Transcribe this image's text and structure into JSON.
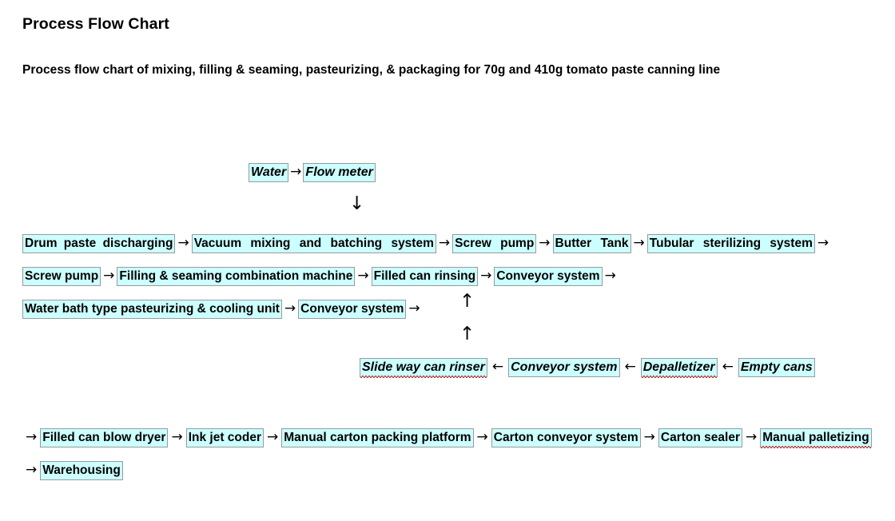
{
  "document": {
    "title": "Process Flow Chart",
    "subtitle": "Process flow chart of mixing, filling & seaming, pasteurizing, & packaging for 70g and 410g tomato paste canning line"
  },
  "colors": {
    "highlight": "#CCFFFF",
    "chip_border": "#9a9a9a",
    "text": "#000000",
    "spellcheck_underline": "#e03030",
    "background": "#ffffff"
  },
  "glyphs": {
    "arrow_right": "→",
    "arrow_left": "←",
    "arrow_down": "↓",
    "arrow_up": "↑"
  },
  "water_branch": {
    "nodes": [
      {
        "label": "Water",
        "style": "bold-italic"
      },
      {
        "label": "Flow meter",
        "style": "bold-italic"
      }
    ],
    "connector": "→",
    "down_connector": "↓"
  },
  "main_flow": {
    "nodes": [
      {
        "label": "Drum paste discharging",
        "spellcheck": false
      },
      {
        "label": "Vacuum mixing and batching system",
        "spellcheck": false
      },
      {
        "label": "Screw pump",
        "spellcheck": false
      },
      {
        "label": "Butter Tank",
        "spellcheck": false
      },
      {
        "label": "Tubular sterilizing system",
        "spellcheck": false
      },
      {
        "label": "Screw pump",
        "spellcheck": false
      },
      {
        "label": "Filling & seaming combination machine",
        "spellcheck": false
      },
      {
        "label": "Filled can rinsing",
        "spellcheck": false
      },
      {
        "label": "Conveyor system",
        "spellcheck": false
      },
      {
        "label": "Water bath type pasteurizing & cooling unit",
        "spellcheck": false
      },
      {
        "label": "Conveyor system",
        "spellcheck": false
      }
    ],
    "connector": "→",
    "trailing_connector": "→",
    "up_connectors": [
      "↑",
      "↑"
    ]
  },
  "can_supply_flow": {
    "nodes": [
      {
        "label": "Slide way can rinser",
        "spellcheck": true
      },
      {
        "label": "Conveyor system",
        "spellcheck": false
      },
      {
        "label": "Depalletizer",
        "spellcheck": true
      },
      {
        "label": "Empty cans",
        "spellcheck": false
      }
    ],
    "connector": "←"
  },
  "packaging_flow": {
    "lead_connector": "→",
    "nodes": [
      {
        "label": "Filled can blow dryer",
        "spellcheck": false
      },
      {
        "label": "Ink jet coder",
        "spellcheck": false
      },
      {
        "label": "Manual carton packing platform",
        "spellcheck": false
      },
      {
        "label": "Carton conveyor system",
        "spellcheck": false
      },
      {
        "label": "Carton sealer",
        "spellcheck": false
      },
      {
        "label": "Manual palletizing",
        "spellcheck": true
      },
      {
        "label": "Warehousing",
        "spellcheck": false
      }
    ],
    "connector": "→"
  },
  "chart_data": {
    "type": "diagram",
    "title": "Process Flow Chart",
    "diagram_kind": "process-flow",
    "nodes": [
      "Water",
      "Flow meter",
      "Drum paste discharging",
      "Vacuum mixing and batching system",
      "Screw pump",
      "Butter Tank",
      "Tubular sterilizing system",
      "Screw pump",
      "Filling & seaming combination machine",
      "Filled can rinsing",
      "Conveyor system",
      "Water bath type pasteurizing & cooling unit",
      "Conveyor system",
      "Slide way can rinser",
      "Conveyor system",
      "Depalletizer",
      "Empty cans",
      "Filled can blow dryer",
      "Ink jet coder",
      "Manual carton packing platform",
      "Carton conveyor system",
      "Carton sealer",
      "Manual palletizing",
      "Warehousing"
    ],
    "edges": [
      [
        "Water",
        "Flow meter"
      ],
      [
        "Flow meter",
        "Vacuum mixing and batching system"
      ],
      [
        "Drum paste discharging",
        "Vacuum mixing and batching system"
      ],
      [
        "Vacuum mixing and batching system",
        "Screw pump"
      ],
      [
        "Screw pump",
        "Butter Tank"
      ],
      [
        "Butter Tank",
        "Tubular sterilizing system"
      ],
      [
        "Tubular sterilizing system",
        "Screw pump"
      ],
      [
        "Screw pump",
        "Filling & seaming combination machine"
      ],
      [
        "Filling & seaming combination machine",
        "Filled can rinsing"
      ],
      [
        "Filled can rinsing",
        "Conveyor system"
      ],
      [
        "Conveyor system",
        "Water bath type pasteurizing & cooling unit"
      ],
      [
        "Water bath type pasteurizing & cooling unit",
        "Conveyor system"
      ],
      [
        "Empty cans",
        "Depalletizer"
      ],
      [
        "Depalletizer",
        "Conveyor system"
      ],
      [
        "Conveyor system",
        "Slide way can rinser"
      ],
      [
        "Slide way can rinser",
        "Filling & seaming combination machine"
      ],
      [
        "Conveyor system",
        "Filled can blow dryer"
      ],
      [
        "Filled can blow dryer",
        "Ink jet coder"
      ],
      [
        "Ink jet coder",
        "Manual carton packing platform"
      ],
      [
        "Manual carton packing platform",
        "Carton conveyor system"
      ],
      [
        "Carton conveyor system",
        "Carton sealer"
      ],
      [
        "Carton sealer",
        "Manual palletizing"
      ],
      [
        "Manual palletizing",
        "Warehousing"
      ]
    ]
  }
}
